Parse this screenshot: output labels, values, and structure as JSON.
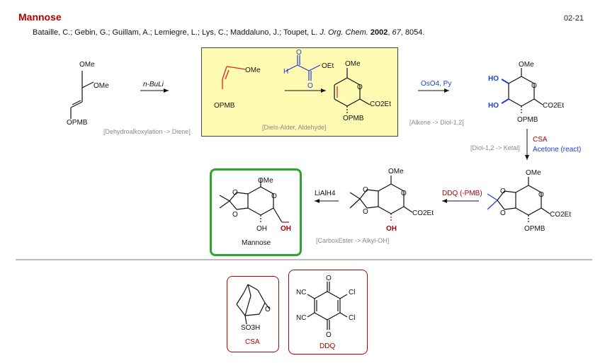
{
  "header": {
    "title": "Mannose",
    "page_id": "02-21",
    "authors": "Bataille, C.; Gebin, G.; Guillam, A.; Lemiegre, L.; Lys, C.; Maddaluno, J.; Toupet, L.",
    "journal": "J. Org. Chem.",
    "year": "2002",
    "volume": "67",
    "pages": "8054."
  },
  "steps": {
    "s1": {
      "reagent": "n-BuLi",
      "note": "[Dehydroalkoxylation -> Diene]"
    },
    "s2": {
      "note": "[Diels-Alder, Aldehyde]"
    },
    "s3": {
      "reagent": "OsO4, Py",
      "note": "[Alkene -> Diol-1,2]"
    },
    "s4": {
      "reagent1": "CSA",
      "reagent2": "Acetone (react)",
      "note": "[Diol-1,2 -> Ketal]"
    },
    "s5": {
      "reagent": "DDQ (-PMB)"
    },
    "s6": {
      "reagent": "LiAlH4",
      "note": "[CarboxEster -> Alkyl-OH]"
    }
  },
  "groups": {
    "ome": "OMe",
    "opmb": "OPMB",
    "oet": "OEt",
    "h": "H",
    "o": "O",
    "co2et": "CO2Et",
    "ho": "HO",
    "oh": "OH",
    "cn": "NC",
    "cl": "Cl",
    "so3h": "SO3H"
  },
  "product": {
    "label": "Mannose"
  },
  "reagents": {
    "csa": "CSA",
    "ddq": "DDQ"
  },
  "colors": {
    "title": "#b00000",
    "highlight": "#fffbb3",
    "product_border": "#2fa52f",
    "red_group": "#b00000",
    "blue_group": "#1e3fd0",
    "note": "#8a8a8a"
  }
}
